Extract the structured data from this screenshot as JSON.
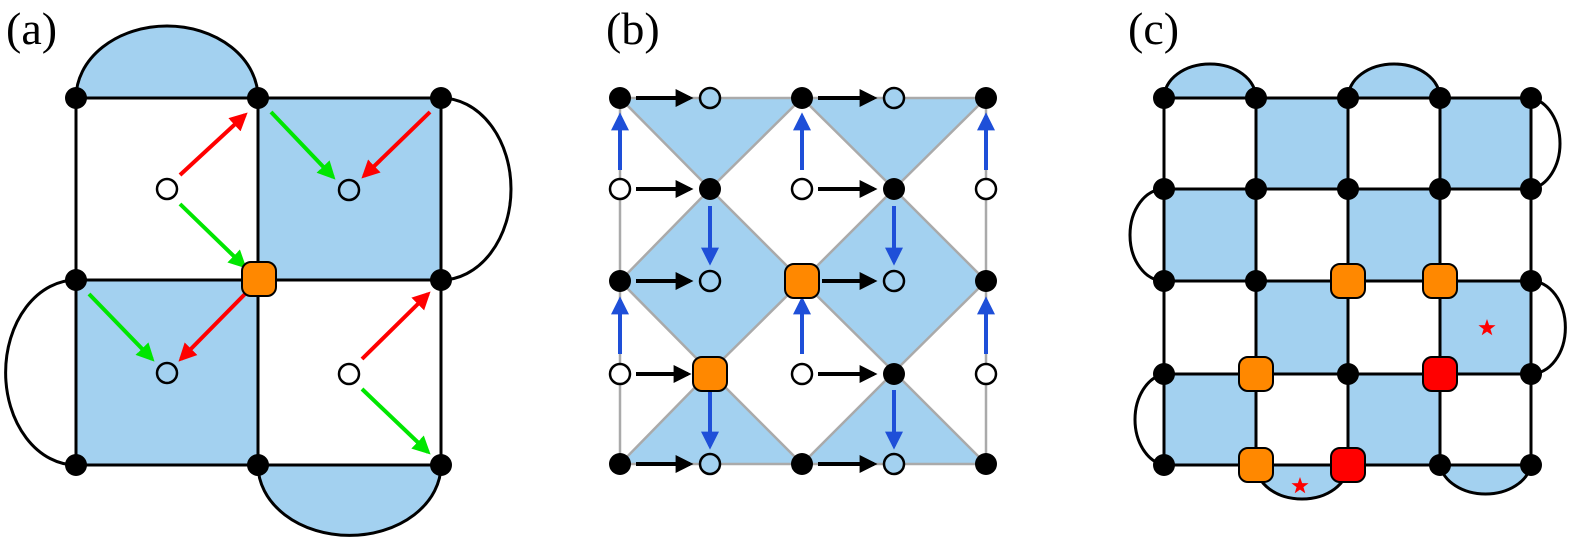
{
  "panels": [
    {
      "label": "(a)"
    },
    {
      "label": "(b)"
    },
    {
      "label": "(c)"
    }
  ],
  "colors": {
    "face_fill": "#a3d1f0",
    "edge": "#000000",
    "grid_edge": "#aaaaaa",
    "orange_marker": "#ff8800",
    "red_marker": "#ff0000",
    "red_arrow": "#ff0000",
    "green_arrow": "#00e600",
    "blue_arrow": "#1e4fd8",
    "black_arrow": "#000000",
    "star": "#ff0000"
  },
  "legend_symbols": {
    "filled_vertex": "black-dot",
    "open_vertex": "white-circle",
    "open_blue_vertex": "light-blue-circle",
    "excitation": "orange-rounded-square",
    "defect": "red-rounded-square",
    "marker": "red-star"
  }
}
